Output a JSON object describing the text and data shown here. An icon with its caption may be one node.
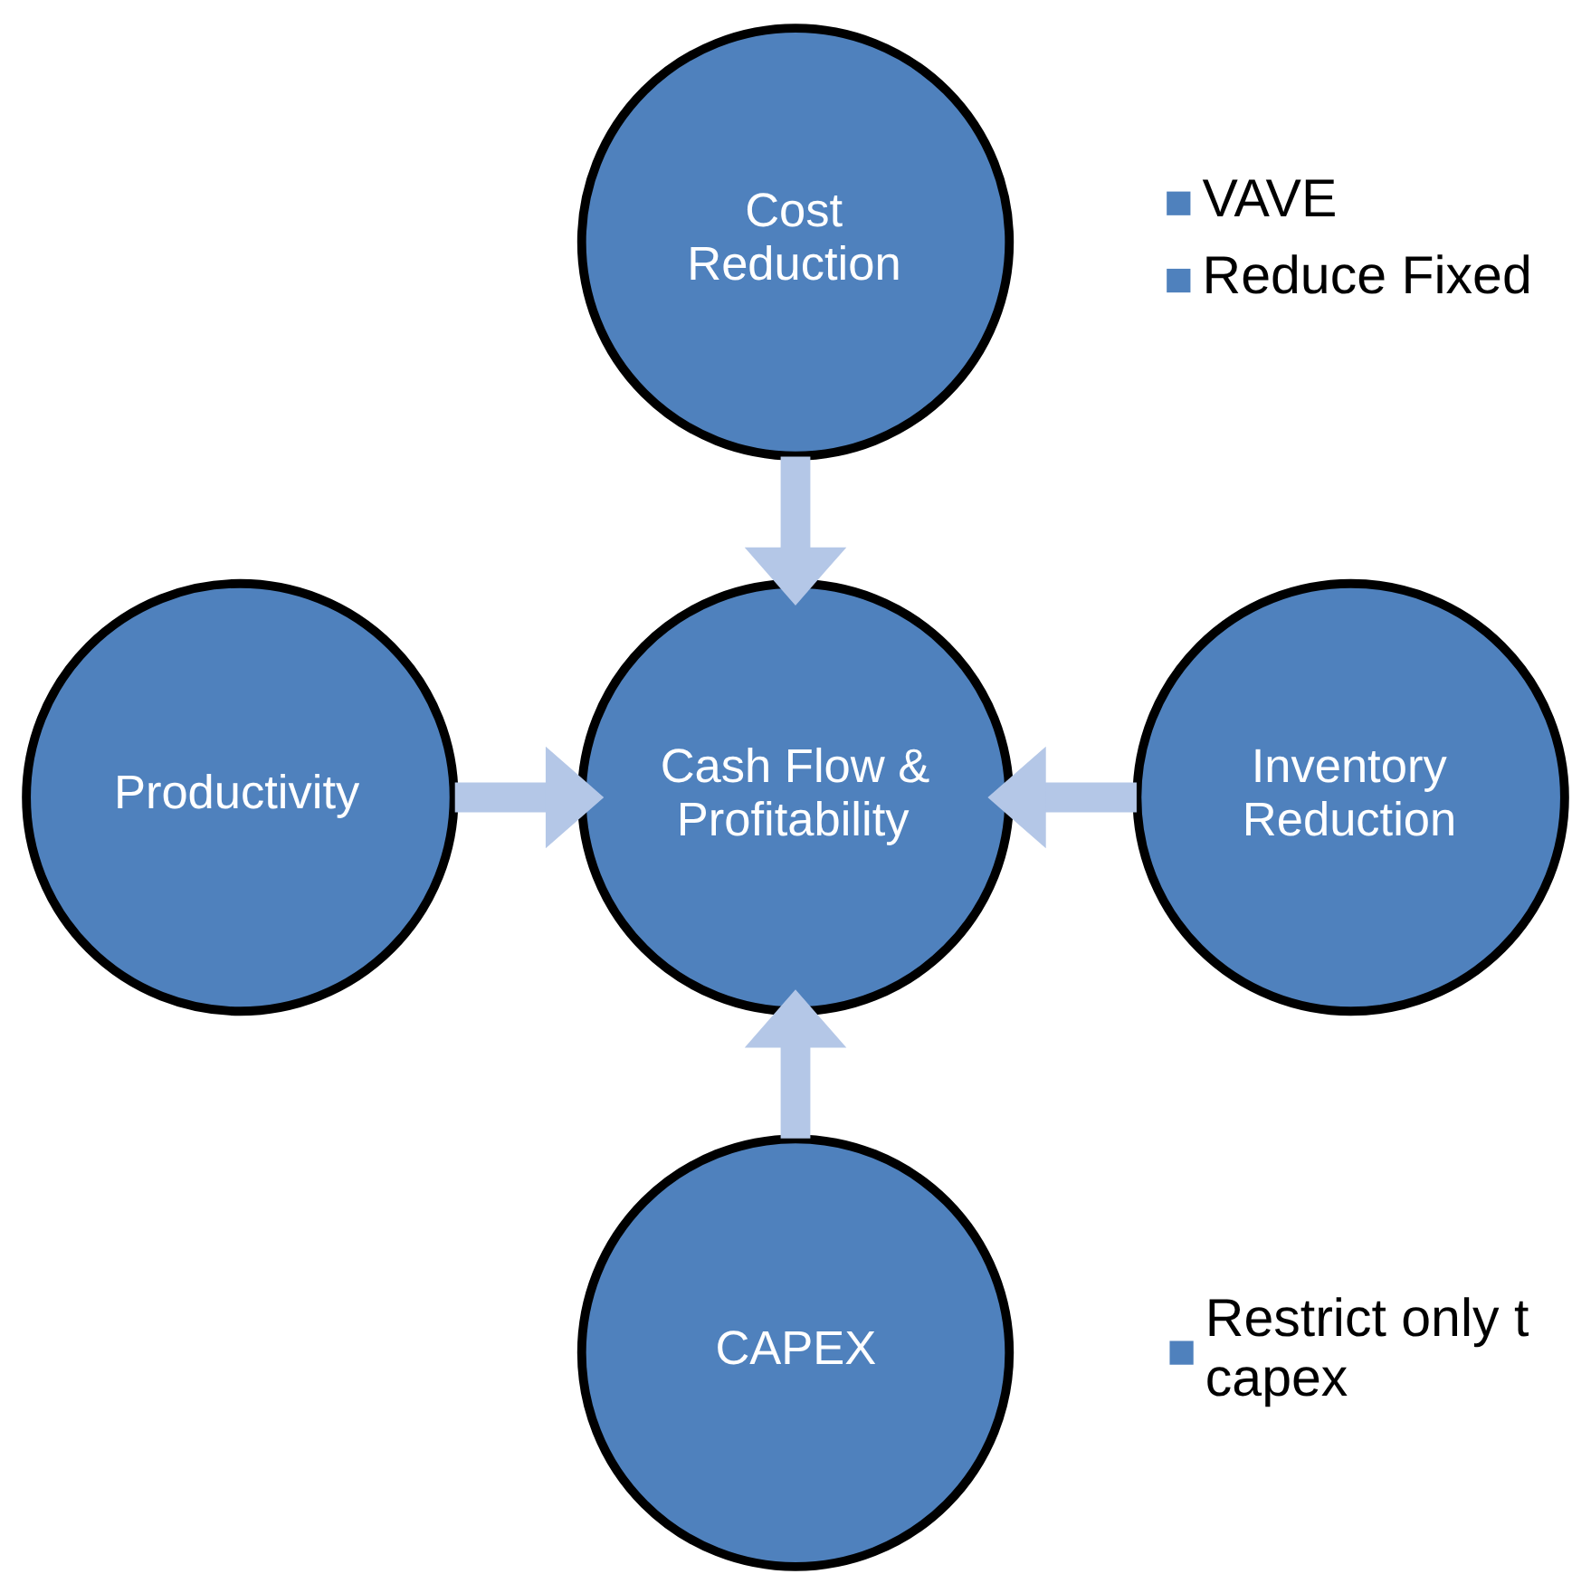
{
  "diagram": {
    "nodes": [
      {
        "text": [
          "Cost Reduction"
        ],
        "beside": [
          "VAVE",
          "Reduce Fixed"
        ]
      },
      {
        "text": [
          "Productivity"
        ]
      },
      {
        "text": [
          "Cash Flow & Profitability"
        ]
      },
      {
        "text": [
          "Inventory Reduction"
        ]
      },
      {
        "text": [
          "CAPEX"
        ],
        "beside": [
          "Restrict only t capex"
        ]
      }
    ],
    "edges": [
      {
        "from": 0,
        "to": 2,
        "arrow": "to"
      },
      {
        "from": 1,
        "to": 2,
        "arrow": "to"
      },
      {
        "from": 3,
        "to": 2,
        "arrow": "to"
      },
      {
        "from": 4,
        "to": 2,
        "arrow": "to"
      }
    ]
  }
}
